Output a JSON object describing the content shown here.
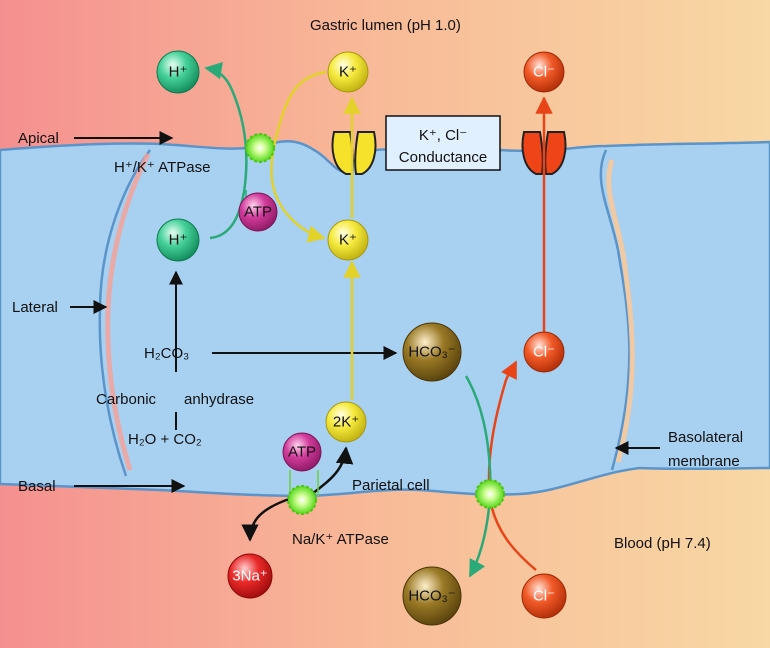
{
  "labels": {
    "gastric_lumen": "Gastric lumen (pH 1.0)",
    "apical": "Apical",
    "hk_atpase": "H⁺/K⁺ ATPase",
    "lateral": "Lateral",
    "basal": "Basal",
    "basolateral_1": "Basolateral",
    "basolateral_2": "membrane",
    "parietal_cell": "Parietal cell",
    "nak_atpase": "Na/K⁺ ATPase",
    "blood": "Blood (pH 7.4)",
    "carbonic": "Carbonic",
    "anhydrase": "anhydrase",
    "h2o_co2": "H₂O + CO₂",
    "h2co3": "H₂CO₃",
    "conductance_1": "K⁺, Cl⁻",
    "conductance_2": "Conductance"
  },
  "ions": {
    "h_lumen": "H⁺",
    "k_lumen": "K⁺",
    "cl_lumen": "Cl⁻",
    "h_cell": "H⁺",
    "k_cell": "K⁺",
    "atp_top": "ATP",
    "atp_bottom": "ATP",
    "hco3_cell": "HCO₃⁻",
    "cl_cell": "Cl⁻",
    "k2_cell": "2K⁺",
    "na3": "3Na⁺",
    "hco3_blood": "HCO₃⁻",
    "cl_blood": "Cl⁻"
  },
  "colors": {
    "h": "#2ec08a",
    "k": "#f3e43a",
    "cl": "#f04a1e",
    "atp": "#d2399a",
    "hco3": "#8a6a1c",
    "na": "#e8262a",
    "pump": "#7ef032",
    "cell": "#a8d0f0",
    "membrane": "#5a94c9"
  }
}
